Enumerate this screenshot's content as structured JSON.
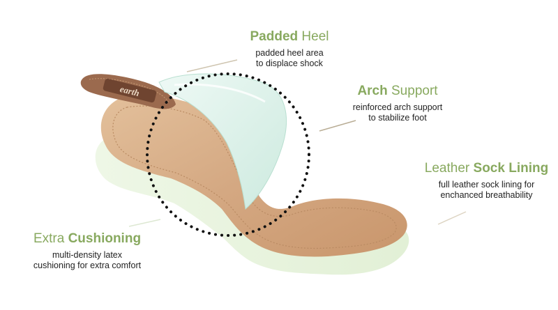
{
  "colors": {
    "title_accent": "#88a95f",
    "leather": "#d4a882",
    "leather_dark": "#a8754f",
    "strap_brown": "#9b6a4e",
    "cushion_green": "#e7f3dd",
    "heel_pad_mint": "#dcf1ea",
    "dotted_circle": "#111111",
    "leader_line": "#c8bca6"
  },
  "logo": {
    "text": "earth"
  },
  "icons": [
    "sandal-illustration",
    "magnifier-dotted-circle"
  ],
  "callouts": {
    "padded_heel": {
      "title_strong": "Padded",
      "title_rest": " Heel",
      "desc_line1": "padded heel area",
      "desc_line2": "to displace shock"
    },
    "arch_support": {
      "title_strong": "Arch",
      "title_rest": " Support",
      "desc_line1": "reinforced arch support",
      "desc_line2": "to stabilize foot"
    },
    "sock_lining": {
      "title_lead": "Leather ",
      "title_strong": "Sock Lining",
      "desc_line1": "full leather sock lining for",
      "desc_line2": "enchanced breathability"
    },
    "cushioning": {
      "title_lead": "Extra ",
      "title_strong": "Cushioning",
      "desc_line1": "multi-density latex",
      "desc_line2": "cushioning for extra comfort"
    }
  }
}
